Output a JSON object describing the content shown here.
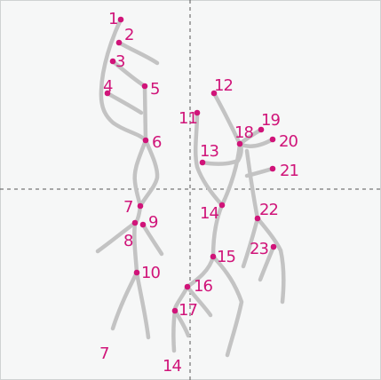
{
  "diagram": {
    "colors": {
      "background": "#f6f7f7",
      "branch": "#c3c3c3",
      "marker": "#d01479",
      "guide": "#555555"
    },
    "labels": {
      "n1": "1",
      "n2": "2",
      "n3": "3",
      "n4": "4",
      "n5": "5",
      "n6": "6",
      "n7": "7",
      "n8": "8",
      "n9": "9",
      "n10": "10",
      "n7b": "7",
      "n11": "11",
      "n12": "12",
      "n13": "13",
      "n14": "14",
      "n14b": "14",
      "n15": "15",
      "n16": "16",
      "n17": "17",
      "n18": "18",
      "n19": "19",
      "n20": "20",
      "n21": "21",
      "n22": "22",
      "n23": "23"
    }
  }
}
